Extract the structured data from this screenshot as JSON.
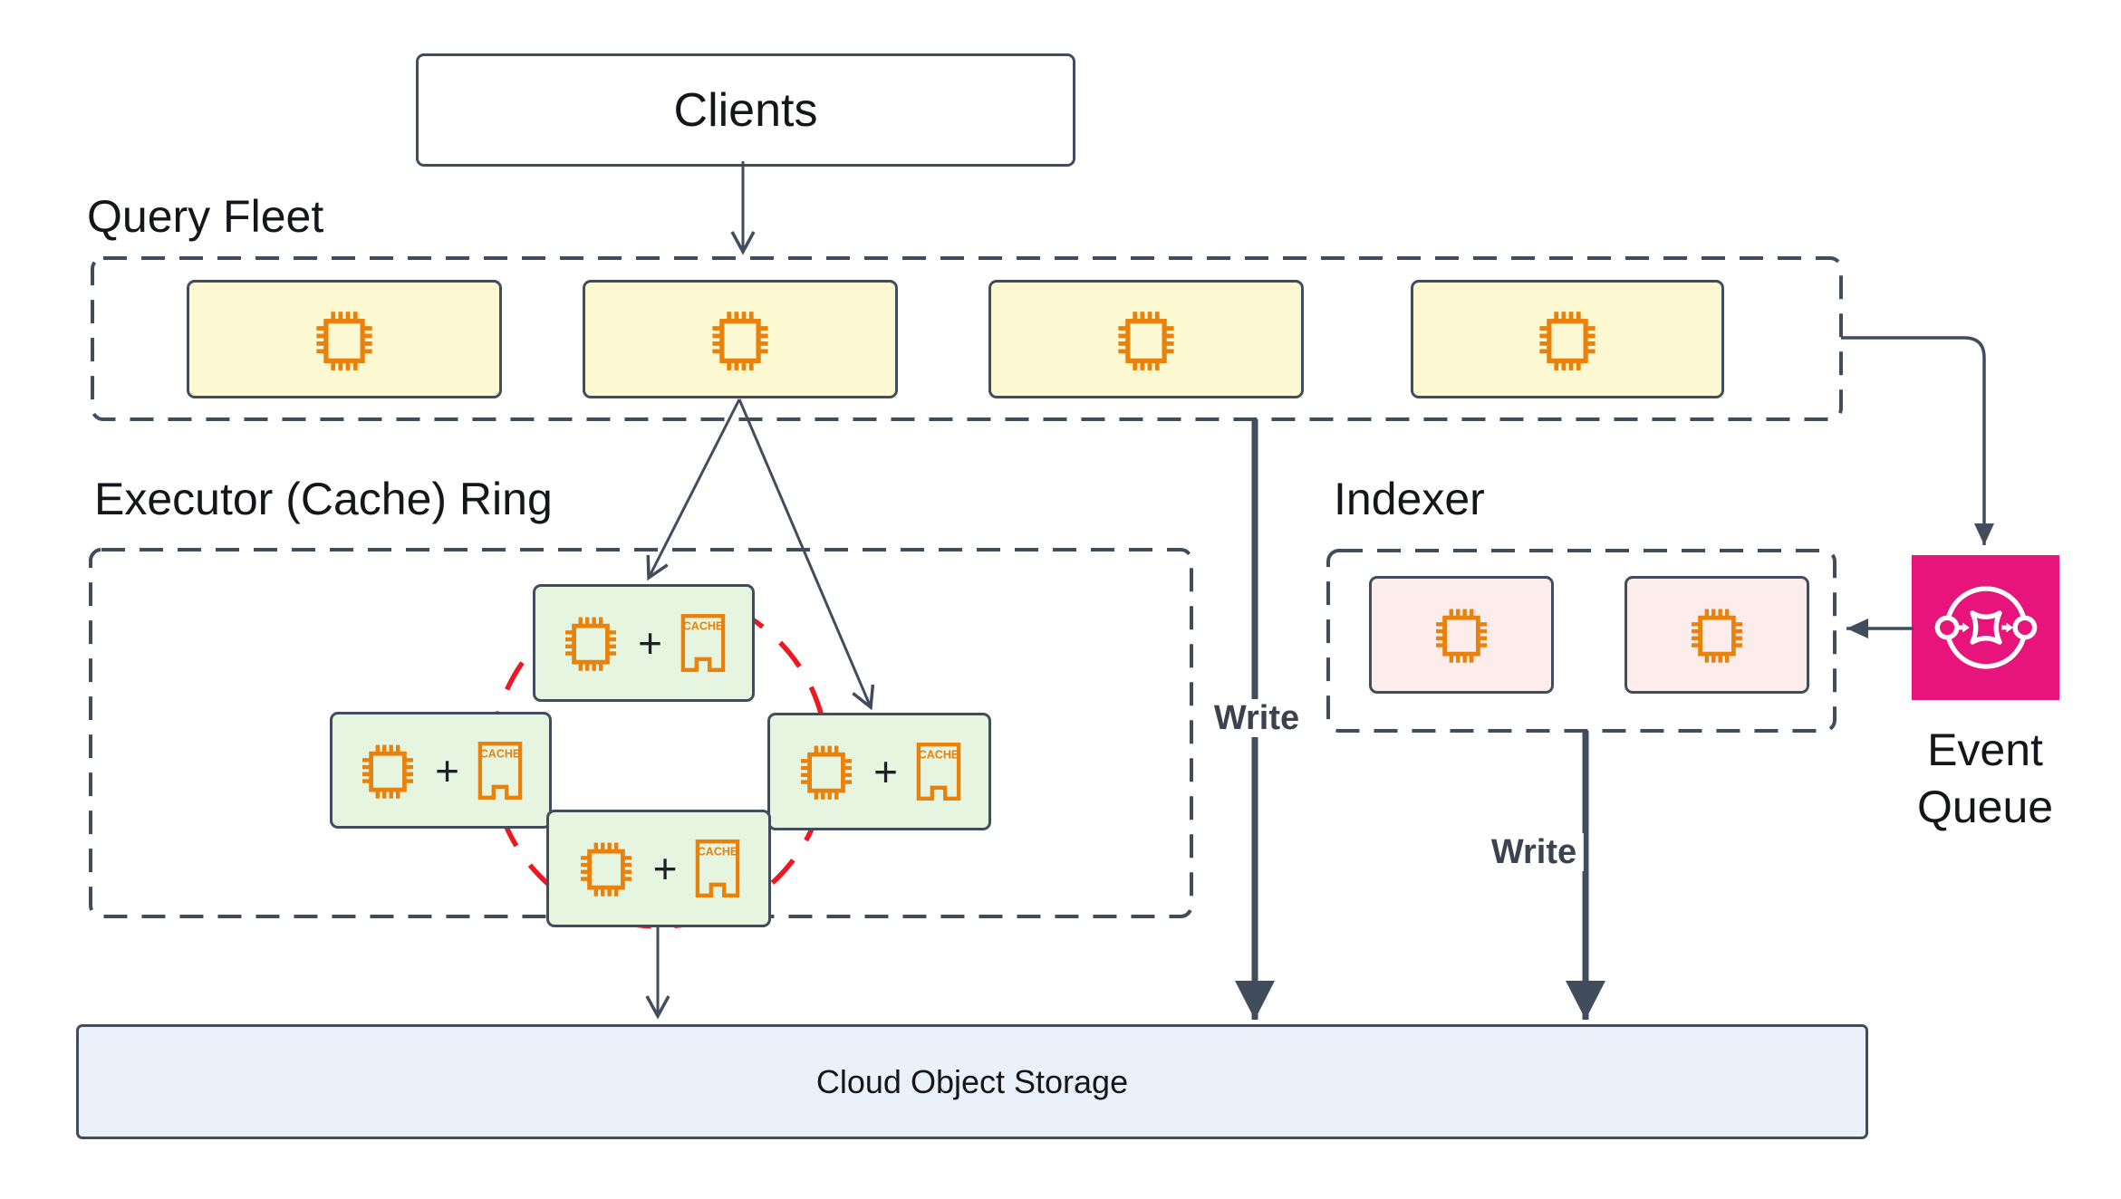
{
  "clients": {
    "label": "Clients"
  },
  "query_fleet": {
    "title": "Query Fleet",
    "nodes": [
      "compute",
      "compute",
      "compute",
      "compute"
    ]
  },
  "executor_ring": {
    "title": "Executor (Cache) Ring",
    "plus_label": "+",
    "cache_label": "CACHE",
    "nodes": [
      "compute+cache",
      "compute+cache",
      "compute+cache",
      "compute+cache"
    ]
  },
  "indexer": {
    "title": "Indexer",
    "nodes": [
      "compute",
      "compute"
    ]
  },
  "event_queue": {
    "label_line1": "Event",
    "label_line2": "Queue"
  },
  "storage": {
    "label": "Cloud Object Storage"
  },
  "arrows": {
    "write_label_1": "Write",
    "write_label_2": "Write"
  },
  "colors": {
    "stroke": "#414D5C",
    "query_node_fill": "#FBF8D2",
    "executor_node_fill": "#E5F5E0",
    "indexer_node_fill": "#FCEDEA",
    "storage_fill": "#EAF1FB",
    "event_queue_fill": "#E7157B",
    "icon_orange": "#E8820C",
    "ring_red": "#EB1A22"
  }
}
